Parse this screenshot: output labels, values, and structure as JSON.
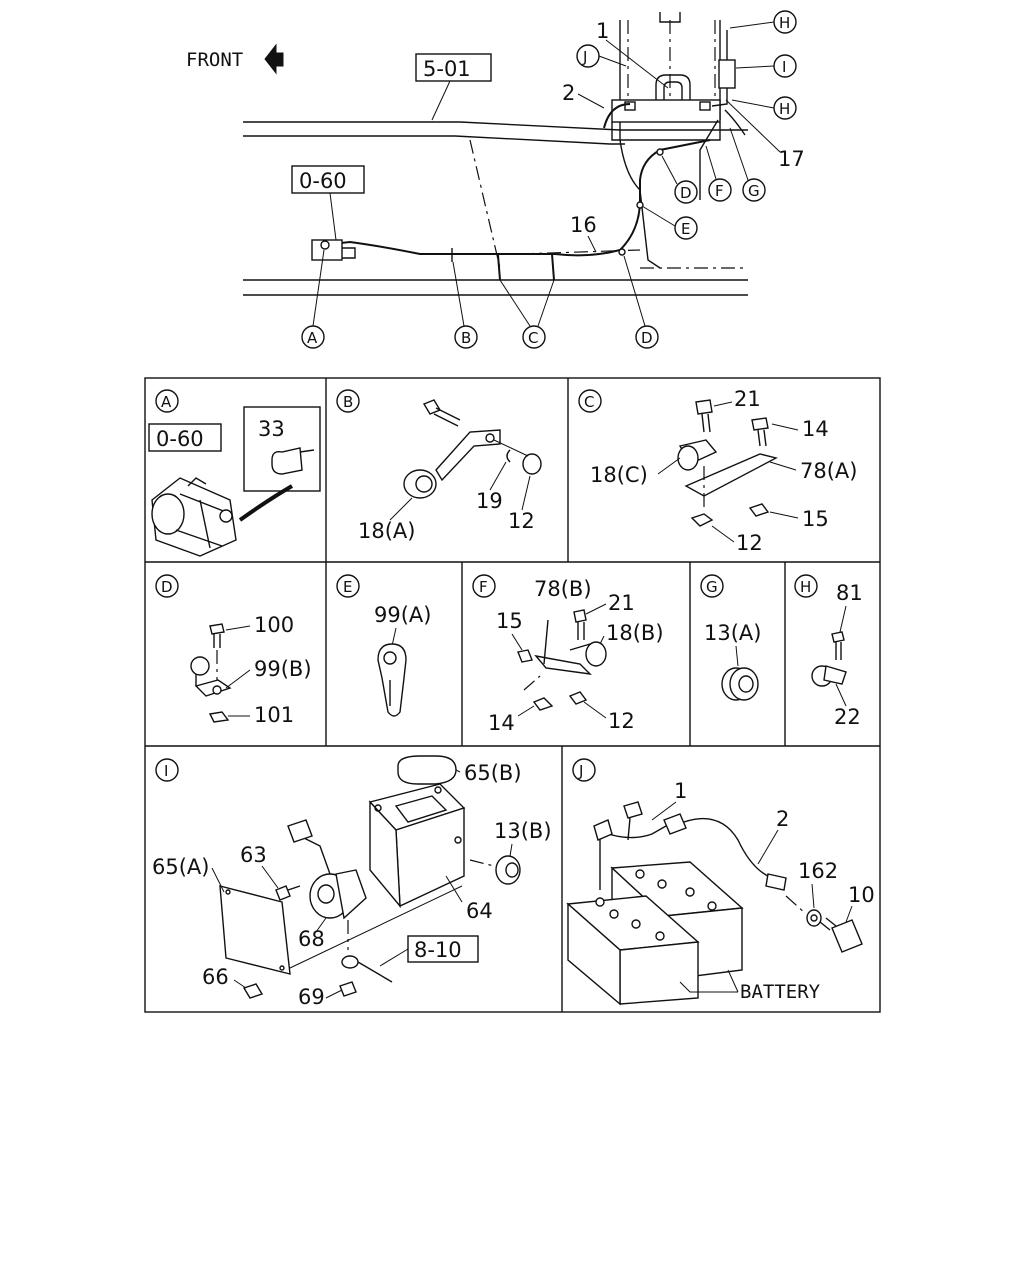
{
  "front_label": "FRONT",
  "refs": {
    "r501": "5-01",
    "r060": "0-60",
    "r060b": "0-60",
    "r810": "8-10"
  },
  "top_callouts": {
    "c1": "1",
    "c2": "2",
    "c16": "16",
    "c17": "17"
  },
  "circles": {
    "A": "A",
    "B": "B",
    "C": "C",
    "D": "D",
    "E": "E",
    "F": "F",
    "G": "G",
    "H": "H",
    "I": "I",
    "J": "J"
  },
  "panelA": {
    "p33": "33"
  },
  "panelB": {
    "p18a": "18(A)",
    "p19": "19",
    "p12": "12"
  },
  "panelC": {
    "p21": "21",
    "p14": "14",
    "p18c": "18(C)",
    "p78a": "78(A)",
    "p15": "15",
    "p12": "12"
  },
  "panelD": {
    "p100": "100",
    "p99b": "99(B)",
    "p101": "101"
  },
  "panelE": {
    "p99a": "99(A)"
  },
  "panelF": {
    "p78b": "78(B)",
    "p15": "15",
    "p21": "21",
    "p18b": "18(B)",
    "p14": "14",
    "p12": "12"
  },
  "panelG": {
    "p13a": "13(A)"
  },
  "panelH": {
    "p81": "81",
    "p22": "22"
  },
  "panelI": {
    "p65b": "65(B)",
    "p13b": "13(B)",
    "p63": "63",
    "p65a": "65(A)",
    "p64": "64",
    "p68": "68",
    "p66": "66",
    "p69": "69"
  },
  "panelJ": {
    "p1": "1",
    "p2": "2",
    "p162": "162",
    "p10": "10",
    "battery": "BATTERY"
  }
}
